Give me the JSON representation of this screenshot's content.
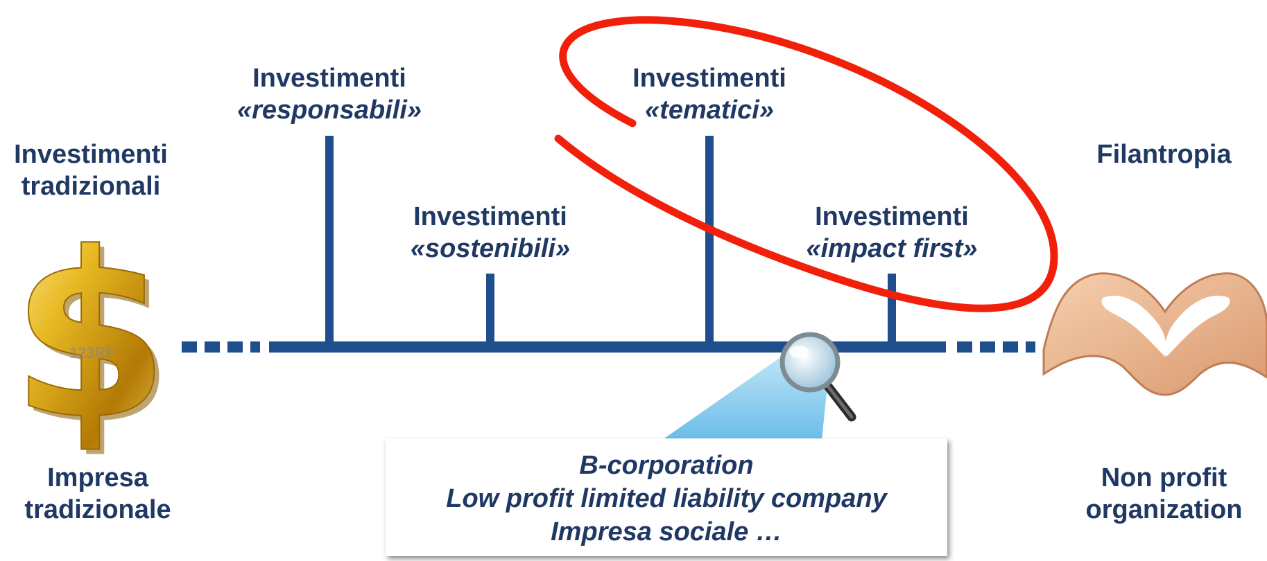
{
  "left_top": {
    "line1": "Investimenti",
    "line2": "tradizionali"
  },
  "left_bottom": {
    "line1": "Impresa",
    "line2": "tradizionale"
  },
  "right_top": {
    "line1": "Filantropia"
  },
  "right_bottom": {
    "line1": "Non profit",
    "line2": "organization"
  },
  "labels": {
    "responsabili": {
      "line1": "Investimenti",
      "line2": "«responsabili»"
    },
    "sostenibili": {
      "line1": "Investimenti",
      "line2": "«sostenibili»"
    },
    "tematici": {
      "line1": "Investimenti",
      "line2": "«tematici»"
    },
    "impact_first": {
      "line1": "Investimenti",
      "line2": "«impact first»"
    }
  },
  "callout": {
    "line1": "B-corporation",
    "line2": "Low profit limited liability company",
    "line3": "Impresa sociale …"
  },
  "watermark": "123RF",
  "colors": {
    "line": "#1f4e8c",
    "text": "#1f3864",
    "highlight": "#f0200a",
    "beam": "#7ec8ee"
  },
  "icons": {
    "left": "dollar-sign-icon",
    "right": "heart-hands-icon",
    "magnifier": "magnifying-glass-icon"
  }
}
